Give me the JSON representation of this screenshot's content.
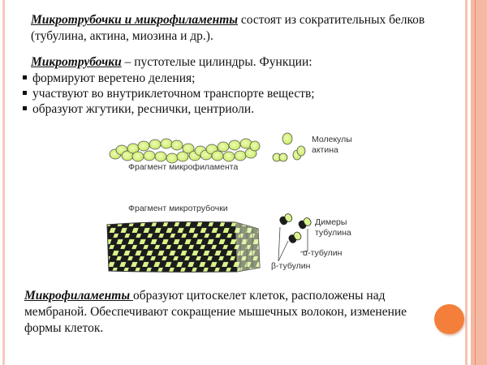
{
  "slide": {
    "intro": {
      "lead": "Микротрубочки и микрофиламенты",
      "text": " состоят из сократительных белков (тубулина, актина, миозина и др.)."
    },
    "microtubules": {
      "lead": "Микротрубочки",
      "text": " – пустотелые цилиндры. Функции:",
      "bullets": [
        "формируют веретено деления;",
        "участвуют во внутриклеточном транспорте веществ;",
        "образуют жгутики, реснички, центриоли."
      ]
    },
    "figure": {
      "microfilament_label": "Фрагмент микрофиламента",
      "actin_label_line1": "Молекулы",
      "actin_label_line2": "актина",
      "microtubule_label": "Фрагмент микротрубочки",
      "dimers_label_line1": "Димеры",
      "dimers_label_line2": "тубулина",
      "alpha_label": "α-тубулин",
      "beta_label": "β-тубулин",
      "colors": {
        "subunit_green": "#d4f27a",
        "dark_subunit": "#1a1a1a"
      }
    },
    "microfilaments": {
      "lead": "Микрофиламенты ",
      "text": "образуют цитоскелет клеток, расположены над мембраной. Обеспечивают сокращение мышечных волокон, изменение формы клеток."
    }
  },
  "theme": {
    "accent": "#f47f3a",
    "stripe": "#f4b8a3"
  }
}
